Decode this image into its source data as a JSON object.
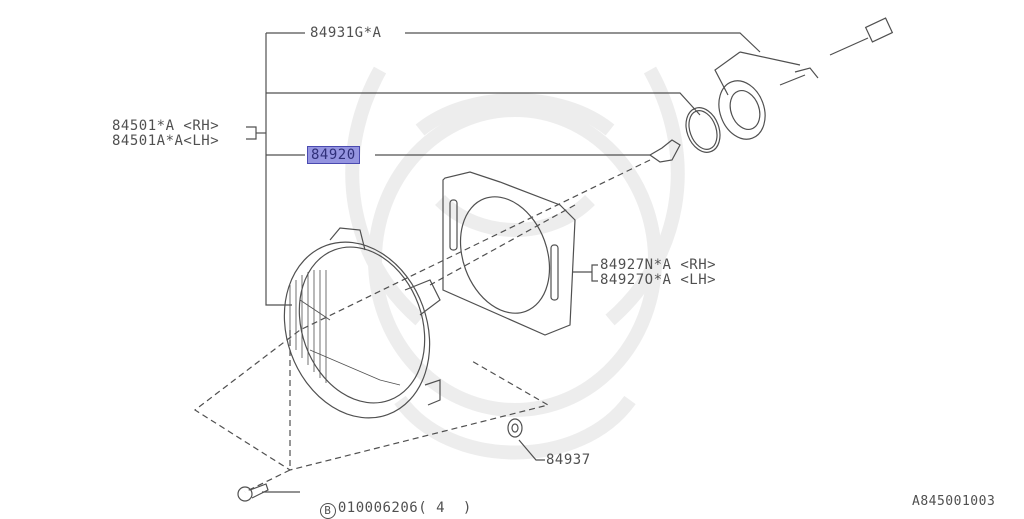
{
  "diagram": {
    "figure_id": "A845001003",
    "highlight_color": "#9494e0",
    "line_color": "#505050",
    "parts": [
      {
        "id": "p1",
        "label": "84931G*A"
      },
      {
        "id": "p2a",
        "label": "84501*A <RH>"
      },
      {
        "id": "p2b",
        "label": "84501A*A<LH>"
      },
      {
        "id": "p3",
        "label": "84920",
        "highlighted": true
      },
      {
        "id": "p4a",
        "label": "84927N*A <RH>"
      },
      {
        "id": "p4b",
        "label": "84927O*A <LH>"
      },
      {
        "id": "p5",
        "label": "84937"
      }
    ],
    "bolt": {
      "symbol": "B",
      "part_number": "010006206",
      "quantity": "( 4  )"
    }
  }
}
